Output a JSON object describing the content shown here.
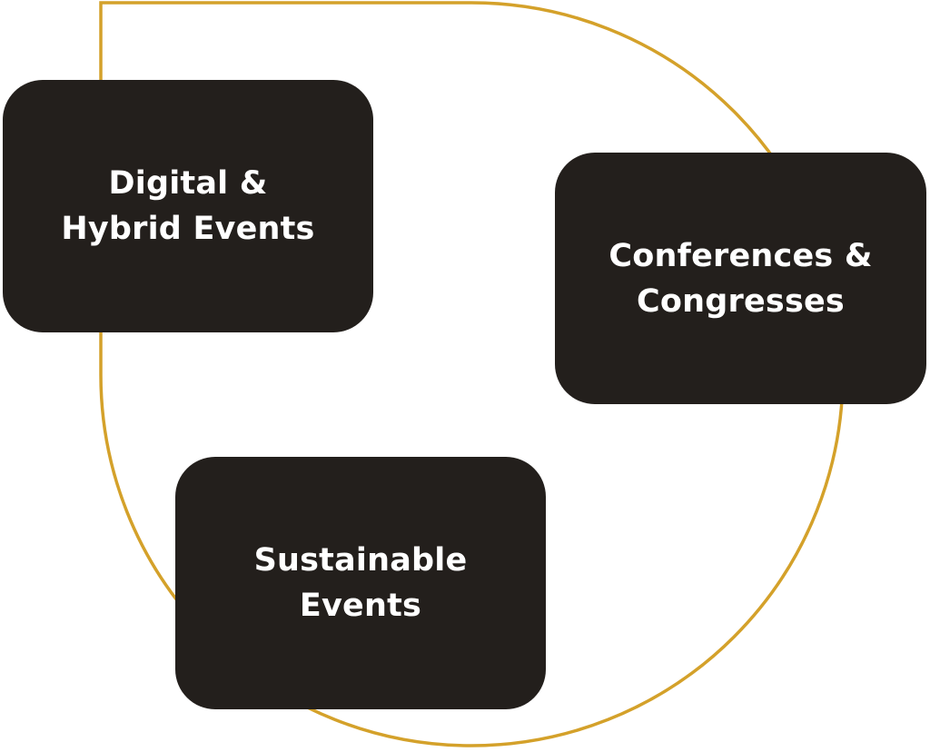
{
  "colors": {
    "outline": "#d4a12a",
    "card_fill": "#231f1c",
    "card_text": "#ffffff",
    "background": "#ffffff"
  },
  "cards": {
    "digital_hybrid": {
      "label": "Digital &\nHybrid Events"
    },
    "conferences": {
      "label": "Conferences &\nCongresses"
    },
    "sustainable": {
      "label": "Sustainable\nEvents"
    }
  }
}
